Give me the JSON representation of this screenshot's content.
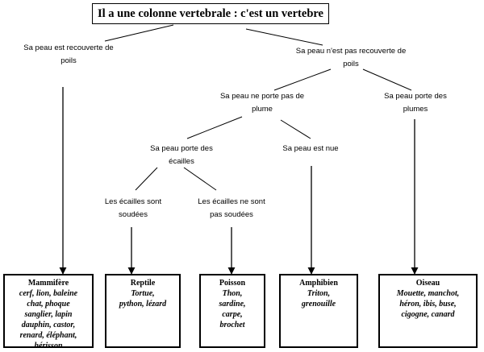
{
  "root": {
    "label": "Il a une colonne vertebrale : c'est un vertebre"
  },
  "criteria": {
    "poils": "Sa peau est recouverte de\npoils",
    "pas_poils": "Sa peau n'est pas recouverte de\npoils",
    "pas_plume": "Sa peau ne porte pas de\nplume",
    "plumes": "Sa peau porte des\nplumes",
    "ecailles": "Sa peau porte des\nécailles",
    "nue": "Sa peau est nue",
    "soudees": "Les écailles sont\nsoudées",
    "pas_soudees": "Les écailles ne sont\npas soudées"
  },
  "groups": [
    {
      "name": "Mammifère",
      "members": "cerf, lion, baleine\nchat, phoque\nsanglier, lapin\ndauphin, castor,\nrenard, éléphant,\nhérisson"
    },
    {
      "name": "Reptile",
      "members": "Tortue,\npython, lézard"
    },
    {
      "name": "Poisson",
      "members": "Thon,\nsardine,\ncarpe,\nbrochet"
    },
    {
      "name": "Amphibien",
      "members": "Triton,\ngrenouille"
    },
    {
      "name": "Oiseau",
      "members": "Mouette, manchot,\nhéron, ibis, buse,\ncigogne, canard"
    }
  ]
}
